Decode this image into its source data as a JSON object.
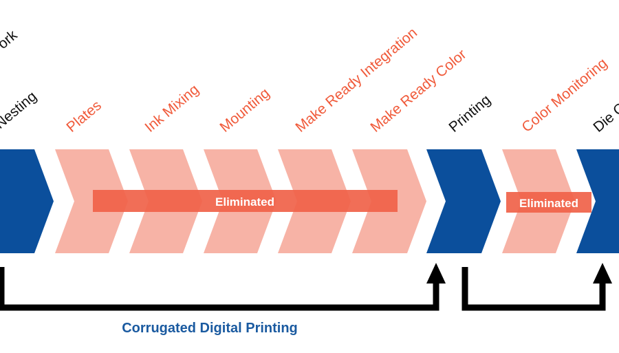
{
  "colors": {
    "blue": "#0b4f9c",
    "salmon": "#f7b3a6",
    "banner": "#f06249",
    "text_dark": "#111111",
    "text_red": "#f05a3a",
    "caption_blue": "#1a5aa0",
    "arrow": "#000000"
  },
  "steps": [
    {
      "label": "ork",
      "state": "kept"
    },
    {
      "label": "Nesting",
      "state": "kept"
    },
    {
      "label": "Plates",
      "state": "eliminated"
    },
    {
      "label": "Ink Mixing",
      "state": "eliminated"
    },
    {
      "label": "Mounting",
      "state": "eliminated"
    },
    {
      "label": "Make Ready Integration",
      "state": "eliminated"
    },
    {
      "label": "Make Ready Color",
      "state": "eliminated"
    },
    {
      "label": "Printing",
      "state": "kept"
    },
    {
      "label": "Color Monitoring",
      "state": "eliminated"
    },
    {
      "label": "Die C",
      "state": "kept"
    }
  ],
  "banners": [
    {
      "text": "Eliminated"
    },
    {
      "text": "Eliminated"
    }
  ],
  "caption": "Corrugated Digital Printing",
  "arrows": [
    "flow-arrow-main",
    "flow-arrow-short"
  ]
}
